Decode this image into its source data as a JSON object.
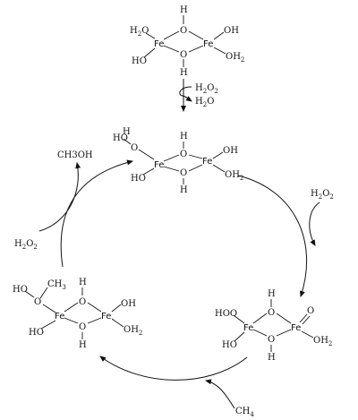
{
  "structures": {
    "start": {
      "h_top": "H",
      "o_top": "O",
      "o_bottom": "O",
      "h_bottom": "H",
      "fe_left": "Fe",
      "fe_right": "Fe",
      "h2o_left_H": "H",
      "h2o_left_sub": "2",
      "h2o_left_O": "O",
      "ho_left": "HO",
      "oh_right": "OH",
      "oh2_right_OH": "OH",
      "oh2_right_sub": "2"
    },
    "top": {
      "h_top": "H",
      "o_top": "O",
      "o_bottom": "O",
      "h_bottom": "H",
      "fe_left": "Fe",
      "fe_right": "Fe",
      "hooh_H1": "HO",
      "hooh_O": "O",
      "hooh_H2": "H",
      "ho_left": "HO",
      "oh_right": "OH",
      "oh2_right_OH": "OH",
      "oh2_right_sub": "2"
    },
    "right": {
      "h_top": "H",
      "o_top": "O",
      "o_bottom": "O",
      "h_bottom": "H",
      "fe_left": "Fe",
      "fe_right": "Fe",
      "hoo_left": "HOO",
      "ho_left": "HO",
      "oxo": "O",
      "oh2_right_OH": "OH",
      "oh2_right_sub": "2"
    },
    "left": {
      "h_top": "H",
      "o_top": "O",
      "o_bottom": "O",
      "h_bottom": "H",
      "fe_left": "Fe",
      "fe_right": "Fe",
      "ho_methyl": "HO",
      "o_methyl": "O",
      "ch3_C": "CH",
      "ch3_sub": "3",
      "ho_left": "HO",
      "oh_right": "OH",
      "oh2_right_OH": "OH",
      "oh2_right_sub": "2"
    }
  },
  "reagents": {
    "h2o2_in_top_H": "H",
    "h2o2_in_top_sub": "2",
    "h2o2_in_top_O": "O",
    "h2o2_in_top_sub2": "2",
    "h2o_out_H": "H",
    "h2o_out_sub": "2",
    "h2o_out_O": "O",
    "h2o2_right_H": "H",
    "h2o2_right_sub": "2",
    "h2o2_right_O": "O",
    "h2o2_right_sub2": "2",
    "h2o2_left_H": "H",
    "h2o2_left_sub": "2",
    "h2o2_left_O": "O",
    "h2o2_left_sub2": "2",
    "ch3oh": "CH3OH",
    "ch4_C": "CH",
    "ch4_sub": "4"
  }
}
